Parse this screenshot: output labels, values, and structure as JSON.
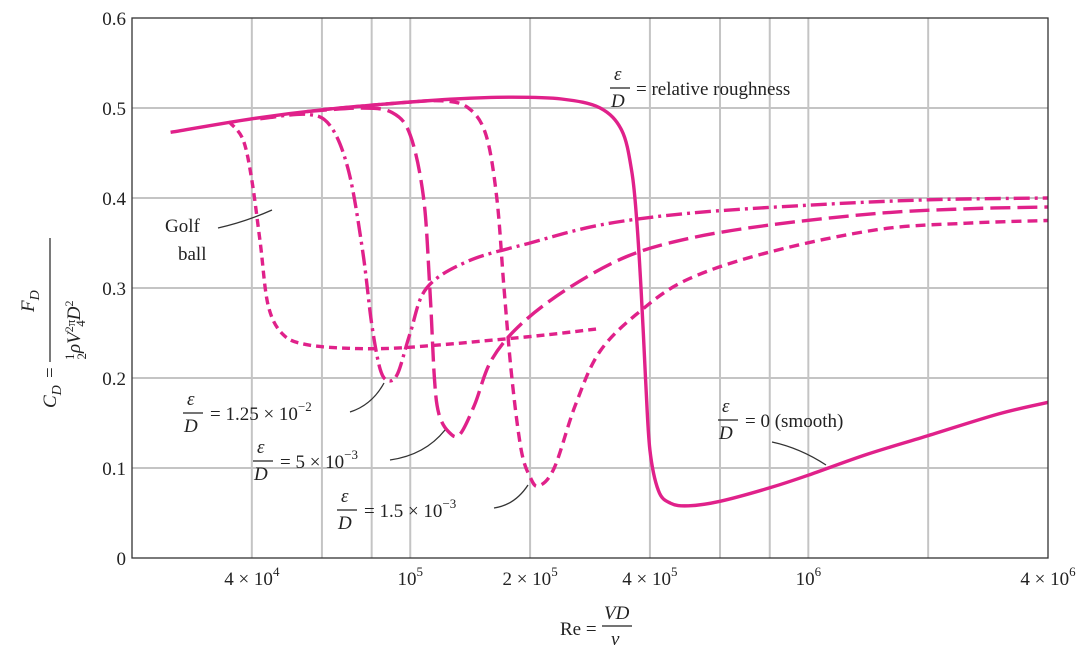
{
  "chart_data": {
    "type": "line",
    "title": "",
    "xlabel": "Re = VD/ν",
    "ylabel": "C_D = F_D / (½ρV² (π/4) D²)",
    "xscale": "log",
    "xlim": [
      20000,
      4000000
    ],
    "ylim": [
      0,
      0.6
    ],
    "grid": true,
    "y_ticks": [
      {
        "value": 0,
        "label": "0"
      },
      {
        "value": 0.1,
        "label": "0.1"
      },
      {
        "value": 0.2,
        "label": "0.2"
      },
      {
        "value": 0.3,
        "label": "0.3"
      },
      {
        "value": 0.4,
        "label": "0.4"
      },
      {
        "value": 0.5,
        "label": "0.5"
      },
      {
        "value": 0.6,
        "label": "0.6"
      }
    ],
    "x_tick_labels": [
      {
        "value": 40000,
        "mant": "4 × 10",
        "exp": "4"
      },
      {
        "value": 100000,
        "mant": "10",
        "exp": "5"
      },
      {
        "value": 200000,
        "mant": "2 × 10",
        "exp": "5"
      },
      {
        "value": 400000,
        "mant": "4 × 10",
        "exp": "5"
      },
      {
        "value": 1000000,
        "mant": "10",
        "exp": "6"
      },
      {
        "value": 4000000,
        "mant": "4 × 10",
        "exp": "6"
      }
    ],
    "x_grid": [
      40000,
      60000,
      80000,
      100000,
      200000,
      400000,
      600000,
      800000,
      1000000,
      2000000
    ],
    "annotations": {
      "roughness_eps": "ε",
      "roughness_D": "D",
      "roughness_text": "= relative roughness",
      "golf_line1": "Golf",
      "golf_line2": "ball",
      "s1_text": "= 1.25 × 10",
      "s1_exp": "−2",
      "s2_text": "= 5 × 10",
      "s2_exp": "−3",
      "s3_text": "= 1.5 × 10",
      "s3_exp": "−3",
      "s4_text": "= 0 (smooth)"
    },
    "series": [
      {
        "label": "ε/D = 0 (smooth)",
        "dash": "solid",
        "points": [
          [
            25000,
            0.473
          ],
          [
            40000,
            0.488
          ],
          [
            60000,
            0.498
          ],
          [
            90000,
            0.505
          ],
          [
            130000,
            0.51
          ],
          [
            180000,
            0.512
          ],
          [
            240000,
            0.51
          ],
          [
            300000,
            0.5
          ],
          [
            340000,
            0.475
          ],
          [
            360000,
            0.43
          ],
          [
            370000,
            0.38
          ],
          [
            380000,
            0.3
          ],
          [
            390000,
            0.2
          ],
          [
            400000,
            0.12
          ],
          [
            420000,
            0.075
          ],
          [
            450000,
            0.061
          ],
          [
            500000,
            0.058
          ],
          [
            600000,
            0.063
          ],
          [
            800000,
            0.078
          ],
          [
            1000000,
            0.092
          ],
          [
            1400000,
            0.115
          ],
          [
            2000000,
            0.136
          ],
          [
            3000000,
            0.16
          ],
          [
            4000000,
            0.173
          ]
        ]
      },
      {
        "label": "ε/D = 1.5 × 10⁻³",
        "dash": "10,6",
        "points": [
          [
            60000,
            0.498
          ],
          [
            90000,
            0.505
          ],
          [
            120000,
            0.508
          ],
          [
            140000,
            0.5
          ],
          [
            155000,
            0.47
          ],
          [
            165000,
            0.4
          ],
          [
            172000,
            0.3
          ],
          [
            180000,
            0.2
          ],
          [
            190000,
            0.12
          ],
          [
            200000,
            0.09
          ],
          [
            210000,
            0.08
          ],
          [
            230000,
            0.1
          ],
          [
            260000,
            0.17
          ],
          [
            300000,
            0.23
          ],
          [
            380000,
            0.275
          ],
          [
            500000,
            0.31
          ],
          [
            800000,
            0.34
          ],
          [
            1500000,
            0.365
          ],
          [
            2500000,
            0.372
          ],
          [
            4000000,
            0.375
          ]
        ]
      },
      {
        "label": "ε/D = 5 × 10⁻³",
        "dash": "20,7",
        "points": [
          [
            55000,
            0.496
          ],
          [
            75000,
            0.5
          ],
          [
            90000,
            0.495
          ],
          [
            100000,
            0.47
          ],
          [
            108000,
            0.4
          ],
          [
            112000,
            0.3
          ],
          [
            115000,
            0.2
          ],
          [
            118000,
            0.16
          ],
          [
            125000,
            0.14
          ],
          [
            133000,
            0.137
          ],
          [
            145000,
            0.17
          ],
          [
            160000,
            0.22
          ],
          [
            190000,
            0.26
          ],
          [
            250000,
            0.3
          ],
          [
            350000,
            0.335
          ],
          [
            500000,
            0.355
          ],
          [
            800000,
            0.37
          ],
          [
            1500000,
            0.383
          ],
          [
            2500000,
            0.388
          ],
          [
            4000000,
            0.39
          ]
        ]
      },
      {
        "label": "ε/D = 1.25 × 10⁻²",
        "dash": "16,5,3,5",
        "points": [
          [
            42000,
            0.488
          ],
          [
            55000,
            0.493
          ],
          [
            63000,
            0.48
          ],
          [
            70000,
            0.43
          ],
          [
            76000,
            0.34
          ],
          [
            80000,
            0.26
          ],
          [
            84000,
            0.21
          ],
          [
            88000,
            0.197
          ],
          [
            93000,
            0.205
          ],
          [
            100000,
            0.25
          ],
          [
            110000,
            0.3
          ],
          [
            140000,
            0.33
          ],
          [
            200000,
            0.35
          ],
          [
            300000,
            0.37
          ],
          [
            500000,
            0.383
          ],
          [
            1000000,
            0.392
          ],
          [
            2000000,
            0.398
          ],
          [
            4000000,
            0.4
          ]
        ]
      },
      {
        "label": "Golf ball",
        "dash": "8,5",
        "points": [
          [
            35000,
            0.485
          ],
          [
            38000,
            0.465
          ],
          [
            40000,
            0.42
          ],
          [
            42000,
            0.35
          ],
          [
            44000,
            0.28
          ],
          [
            48000,
            0.248
          ],
          [
            55000,
            0.237
          ],
          [
            70000,
            0.233
          ],
          [
            90000,
            0.233
          ],
          [
            120000,
            0.237
          ],
          [
            160000,
            0.242
          ],
          [
            220000,
            0.248
          ],
          [
            300000,
            0.255
          ]
        ]
      }
    ]
  }
}
